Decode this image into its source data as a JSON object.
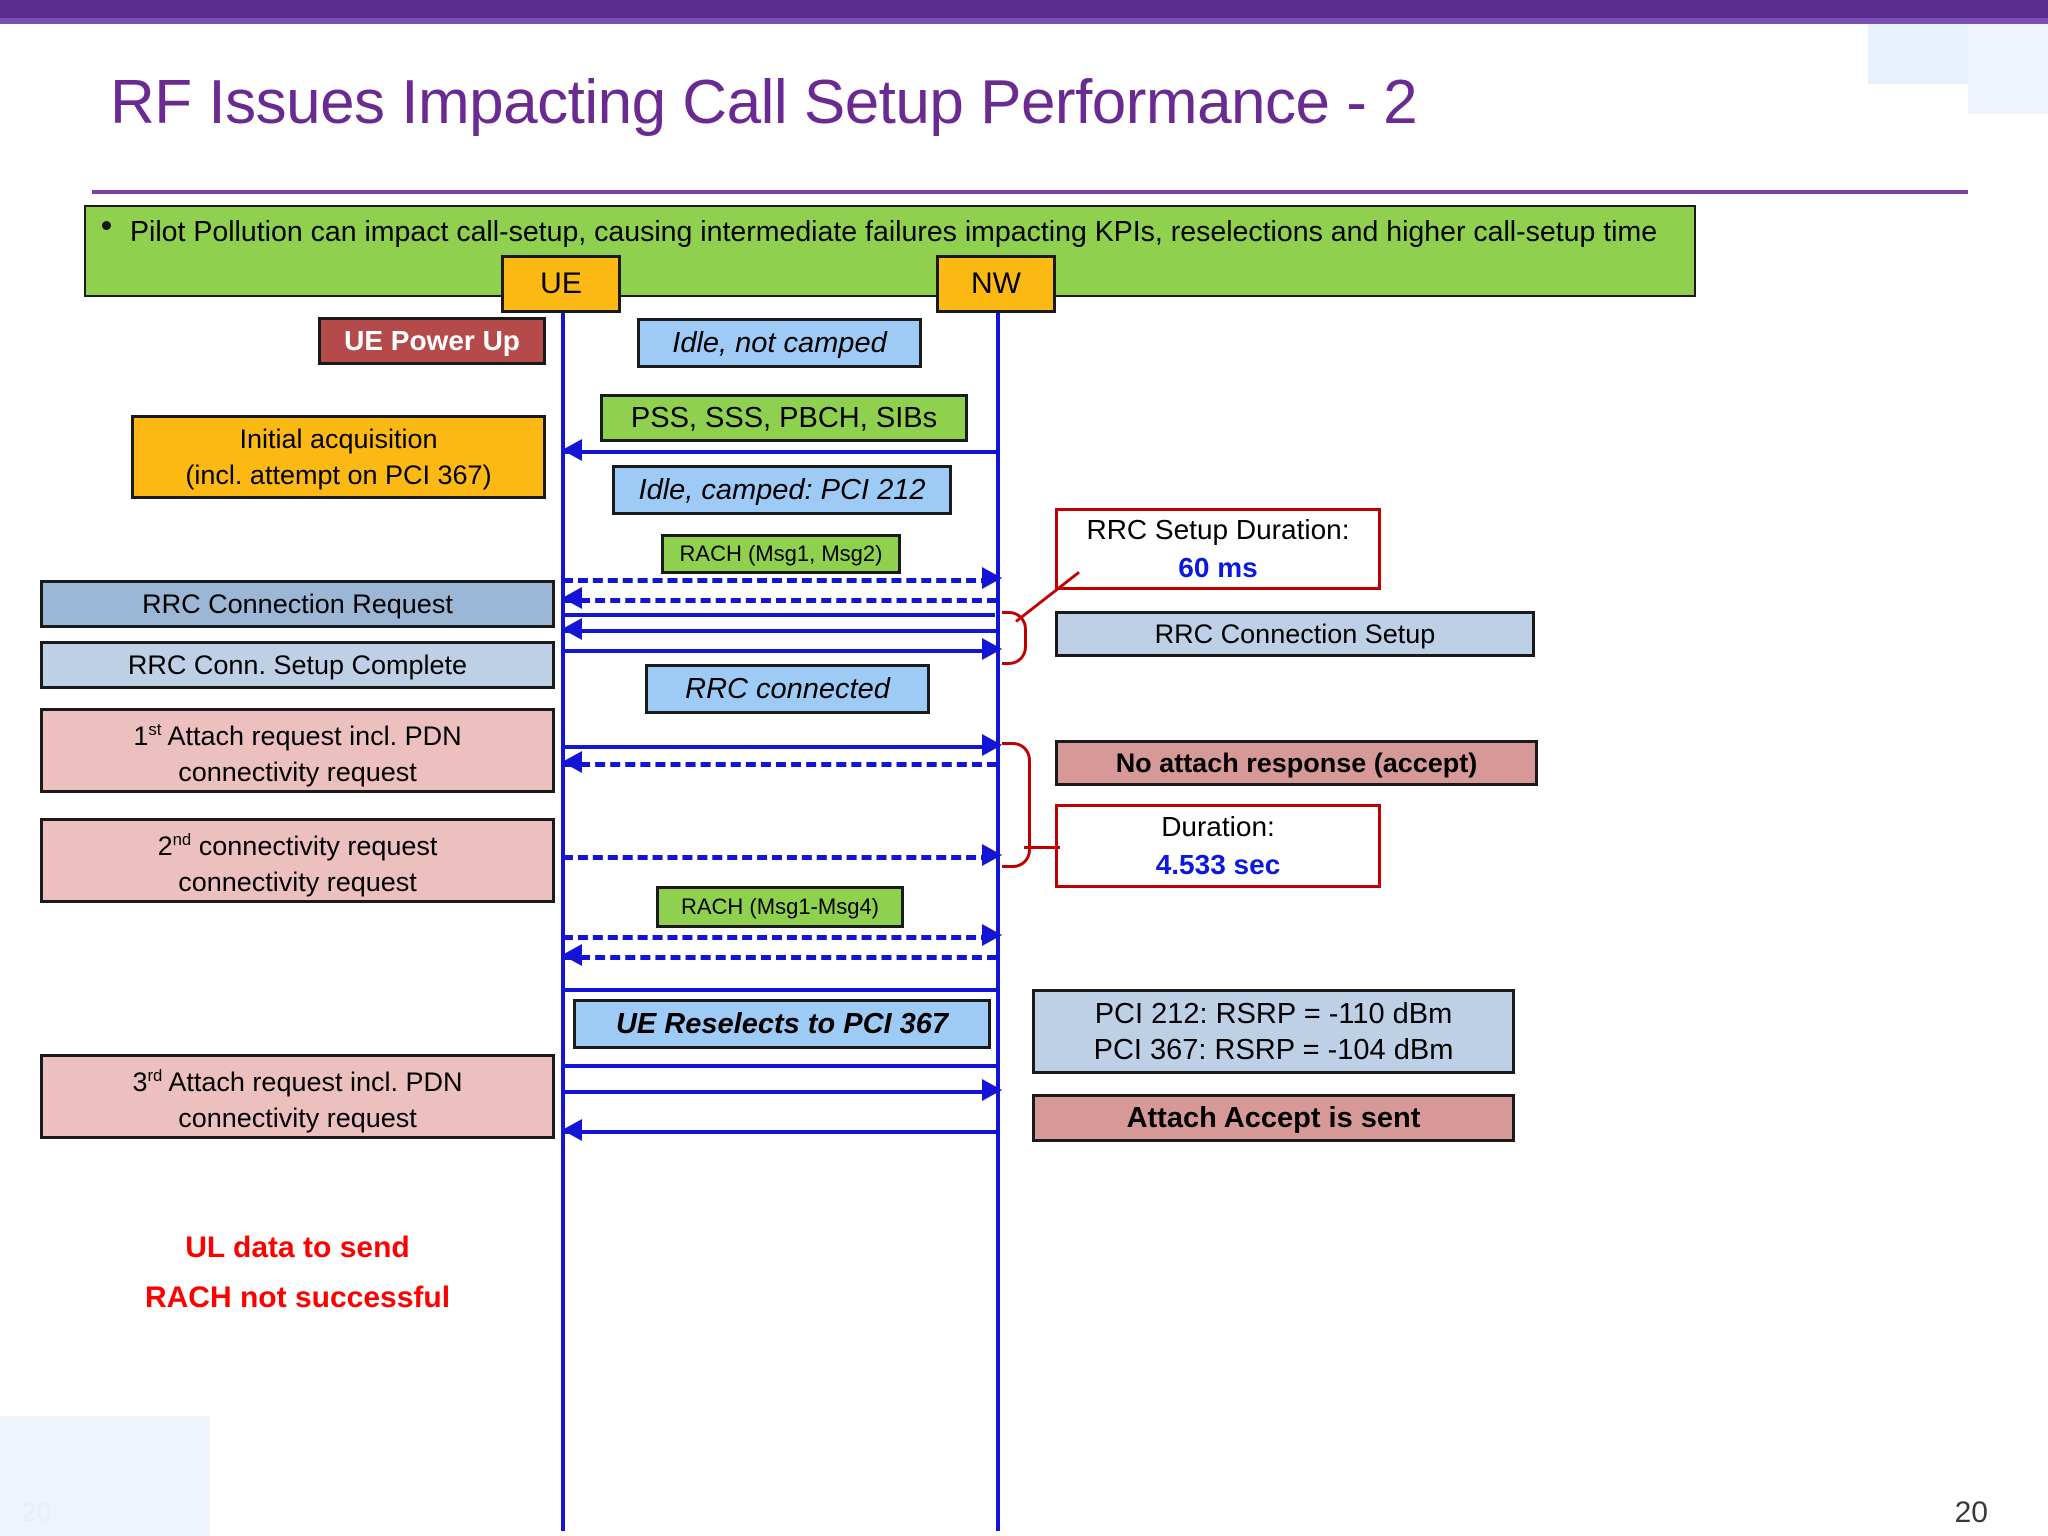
{
  "slide": {
    "title": "RF Issues Impacting Call Setup Performance - 2",
    "page_number": "20",
    "page_number_faint": "20",
    "accent_purple": "#6a2a91",
    "accent_blue": "#1414d6",
    "accent_red": "#c00000"
  },
  "bullet": {
    "text": "Pilot Pollution can impact call-setup, causing intermediate failures impacting KPIs, reselections and higher call-setup time"
  },
  "actors": [
    {
      "id": "ue",
      "label": "UE"
    },
    {
      "id": "nw",
      "label": "NW"
    }
  ],
  "left_column": [
    {
      "id": "ue-power-up",
      "label": "UE Power Up"
    },
    {
      "id": "initial-acq-l1",
      "label": "Initial acquisition"
    },
    {
      "id": "initial-acq-l2",
      "label": "(incl. attempt on PCI 367)"
    },
    {
      "id": "rrc-conn-request",
      "label": "RRC Connection Request"
    },
    {
      "id": "rrc-setup-complete",
      "label": "RRC Conn. Setup Complete"
    },
    {
      "id": "attach-1-l1",
      "label": "Attach request incl. PDN",
      "ordinal": "1",
      "ordinal_suffix": "st"
    },
    {
      "id": "attach-1-l2",
      "label": "connectivity request"
    },
    {
      "id": "attach-2-l1",
      "label": "Attach request incl. PDN",
      "ordinal": "2",
      "ordinal_suffix": "nd"
    },
    {
      "id": "attach-2-l2",
      "label": "connectivity request"
    },
    {
      "id": "ul-note-l1",
      "label": "UL data to send"
    },
    {
      "id": "ul-note-l2",
      "label": "RACH not successful"
    },
    {
      "id": "attach-3-l1",
      "label": "Attach request incl. PDN",
      "ordinal": "3",
      "ordinal_suffix": "rd"
    },
    {
      "id": "attach-3-l2",
      "label": "connectivity request"
    }
  ],
  "center_column": [
    {
      "id": "idle-not-camped",
      "label": "Idle, not camped"
    },
    {
      "id": "pss-sss-pbch-sibs",
      "label": "PSS, SSS, PBCH, SIBs"
    },
    {
      "id": "idle-camped",
      "label": "Idle, camped: PCI 212"
    },
    {
      "id": "rach-msg1-msg2",
      "label": "RACH (Msg1, Msg2)"
    },
    {
      "id": "rrc-connected",
      "label": "RRC connected"
    },
    {
      "id": "rach-msg1-msg4",
      "label": "RACH (Msg1-Msg4)"
    },
    {
      "id": "ue-reselects",
      "label": "UE Reselects to PCI 367"
    }
  ],
  "right_column": [
    {
      "id": "rrc-setup-duration",
      "line1": "RRC Setup Duration:",
      "line2": "60 ms"
    },
    {
      "id": "rrc-connection-setup",
      "label": "RRC Connection Setup"
    },
    {
      "id": "no-attach-response",
      "label": "No attach response (accept)"
    },
    {
      "id": "attach-duration",
      "line1": "Duration:",
      "line2": "4.533 sec"
    },
    {
      "id": "rsrp-l1",
      "label": "PCI 212: RSRP = -110 dBm"
    },
    {
      "id": "rsrp-l2",
      "label": "PCI 367: RSRP = -104 dBm"
    },
    {
      "id": "attach-accept",
      "label": "Attach Accept is sent"
    }
  ]
}
